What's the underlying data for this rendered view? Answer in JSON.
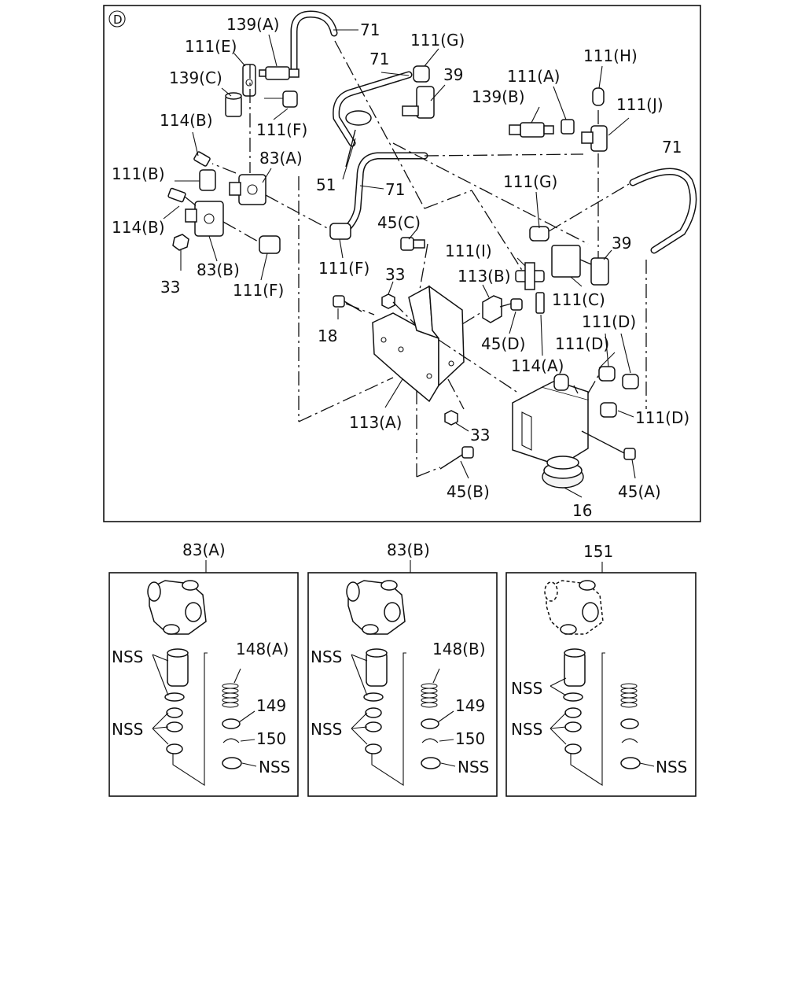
{
  "view_marker": "D",
  "main_labels": {
    "l139a": "139(A)",
    "l71a": "71",
    "l111e": "111(E)",
    "l111g_top": "111(G)",
    "l71b": "71",
    "l139c": "139(C)",
    "l39_top": "39",
    "l111a": "111(A)",
    "l111h": "111(H)",
    "l139b": "139(B)",
    "l111j": "111(J)",
    "l111f_top": "111(F)",
    "l114b_top": "114(B)",
    "l83a": "83(A)",
    "l71c": "71",
    "l111b": "111(B)",
    "l51": "51",
    "l71d": "71",
    "l111g_mid": "111(G)",
    "l114b_bot": "114(B)",
    "l45c": "45(C)",
    "l39_mid": "39",
    "l111i": "111(I)",
    "l83b": "83(B)",
    "l111f_mid": "111(F)",
    "l33_a": "33",
    "l113b": "113(B)",
    "l33_left": "33",
    "l111f_bot": "111(F)",
    "l111c": "111(C)",
    "l111d_1": "111(D)",
    "l18": "18",
    "l45d": "45(D)",
    "l111d_2": "111(D)",
    "l114a": "114(A)",
    "l111d_3": "111(D)",
    "l113a": "113(A)",
    "l33_b": "33",
    "l45b": "45(B)",
    "l45a": "45(A)",
    "l16": "16"
  },
  "detail_panels": [
    {
      "title": "83(A)",
      "spring_label": "148(A)",
      "label_149": "149",
      "label_150": "150",
      "nss_top": "NSS",
      "nss_mid": "NSS",
      "nss_bottom": "NSS"
    },
    {
      "title": "83(B)",
      "spring_label": "148(B)",
      "label_149": "149",
      "label_150": "150",
      "nss_top": "NSS",
      "nss_mid": "NSS",
      "nss_bottom": "NSS"
    },
    {
      "title": "151",
      "nss_top": "NSS",
      "nss_mid": "NSS",
      "nss_bottom": "NSS"
    }
  ]
}
